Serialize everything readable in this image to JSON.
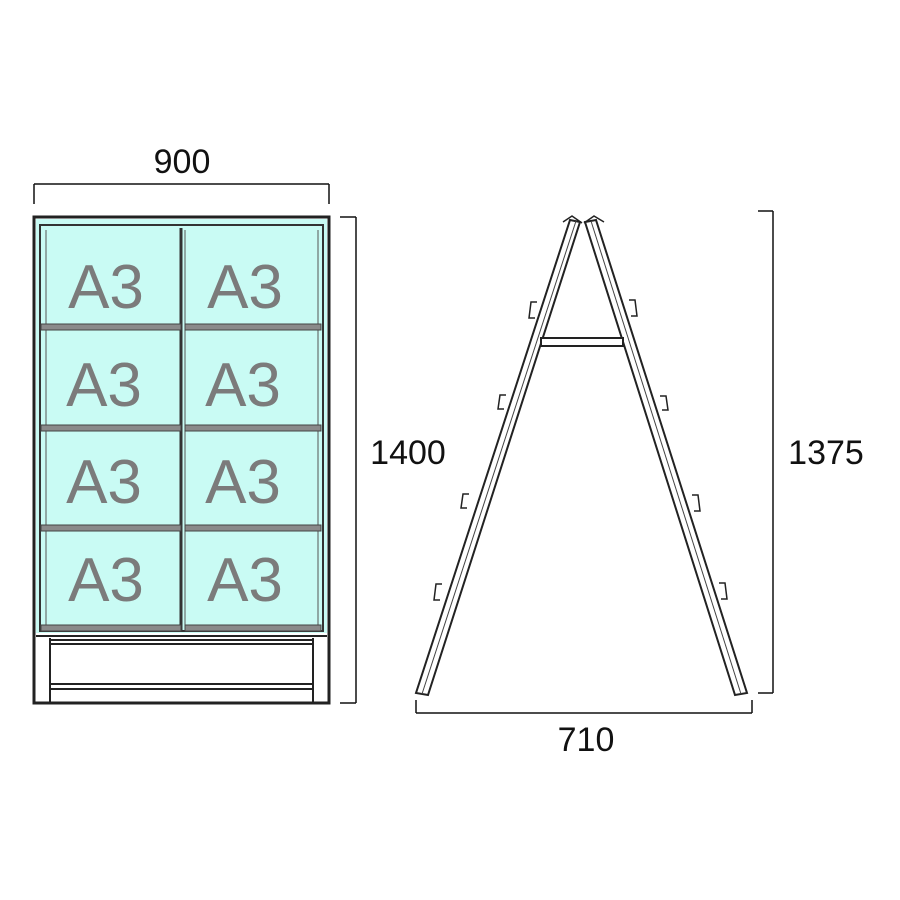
{
  "dimensions": {
    "front_width": "900",
    "front_height": "1400",
    "side_width": "710",
    "side_height": "1375"
  },
  "panels": {
    "labels": [
      "A3",
      "A3",
      "A3",
      "A3",
      "A3",
      "A3",
      "A3",
      "A3"
    ]
  },
  "colors": {
    "panel_fill": "#c9fbf4",
    "frame": "#222222",
    "rail": "#8a8a8a",
    "text_gray": "#7b7b7b"
  }
}
